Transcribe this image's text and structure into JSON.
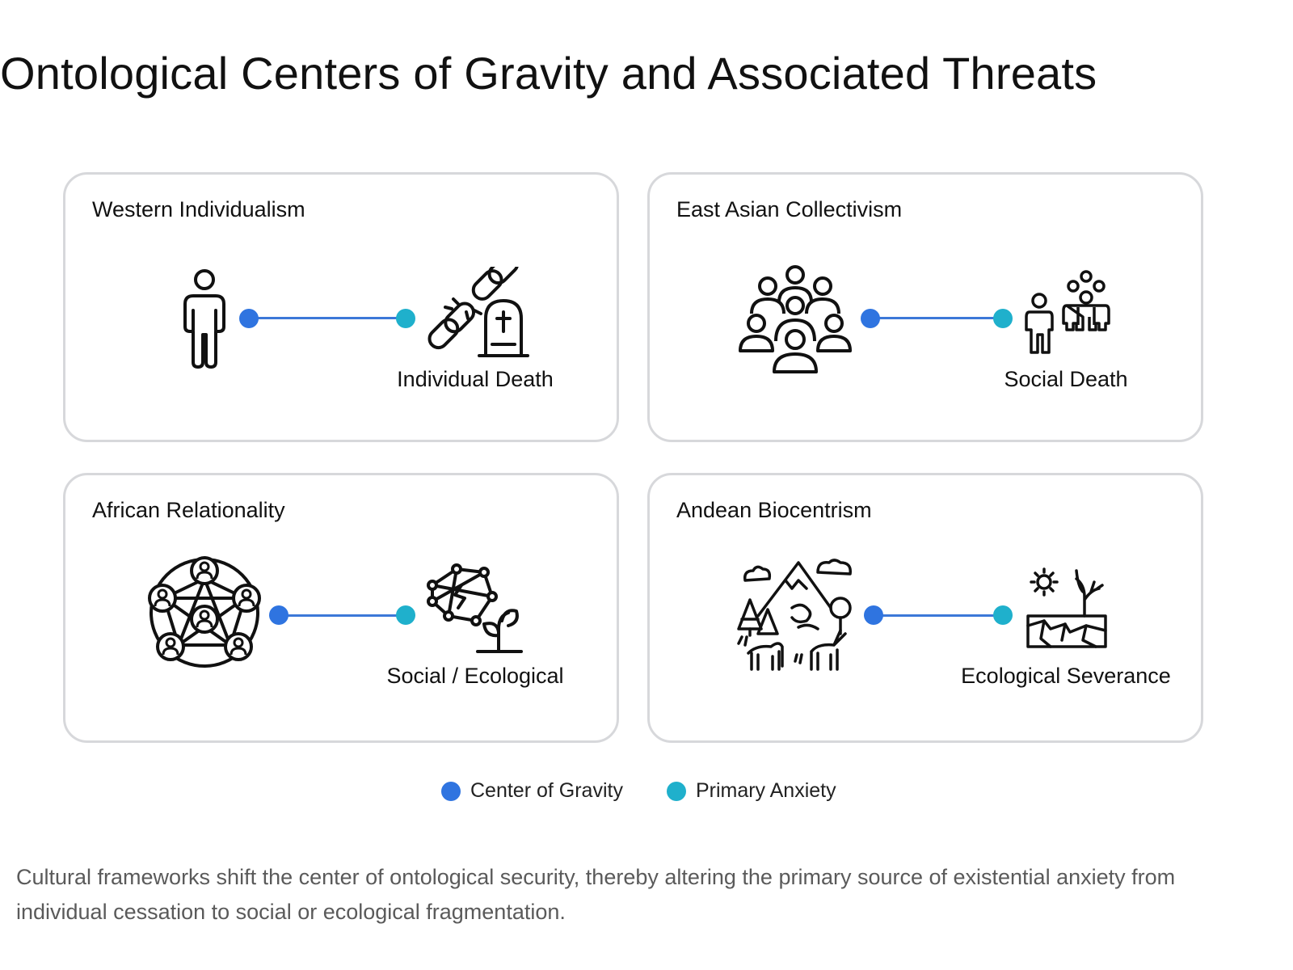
{
  "title": "Ontological Centers of Gravity and Associated Threats",
  "colors": {
    "center_of_gravity": "#2f74e0",
    "primary_anxiety": "#1fb0cc",
    "connector": "#3c78d8",
    "card_border": "#d7d8db"
  },
  "cards": [
    {
      "title": "Western Individualism",
      "center_icon": "single-person-icon",
      "threat_icon": "broken-chain-gravestone-icon",
      "threat_label": "Individual Death"
    },
    {
      "title": "East Asian Collectivism",
      "center_icon": "crowd-icon",
      "threat_icon": "isolated-person-family-icon",
      "threat_label": "Social Death"
    },
    {
      "title": "African Relationality",
      "center_icon": "people-network-icon",
      "threat_icon": "broken-network-wilted-plant-icon",
      "threat_label": "Social / Ecological"
    },
    {
      "title": "Andean Biocentrism",
      "center_icon": "mountain-ecosystem-icon",
      "threat_icon": "dry-cracked-earth-icon",
      "threat_label": "Ecological Severance"
    }
  ],
  "legend": [
    {
      "label": "Center of Gravity",
      "color": "#2f74e0"
    },
    {
      "label": "Primary Anxiety",
      "color": "#1fb0cc"
    }
  ],
  "caption": "Cultural frameworks shift the center of ontological security, thereby altering the primary source of existential anxiety from individual cessation to social or ecological fragmentation."
}
